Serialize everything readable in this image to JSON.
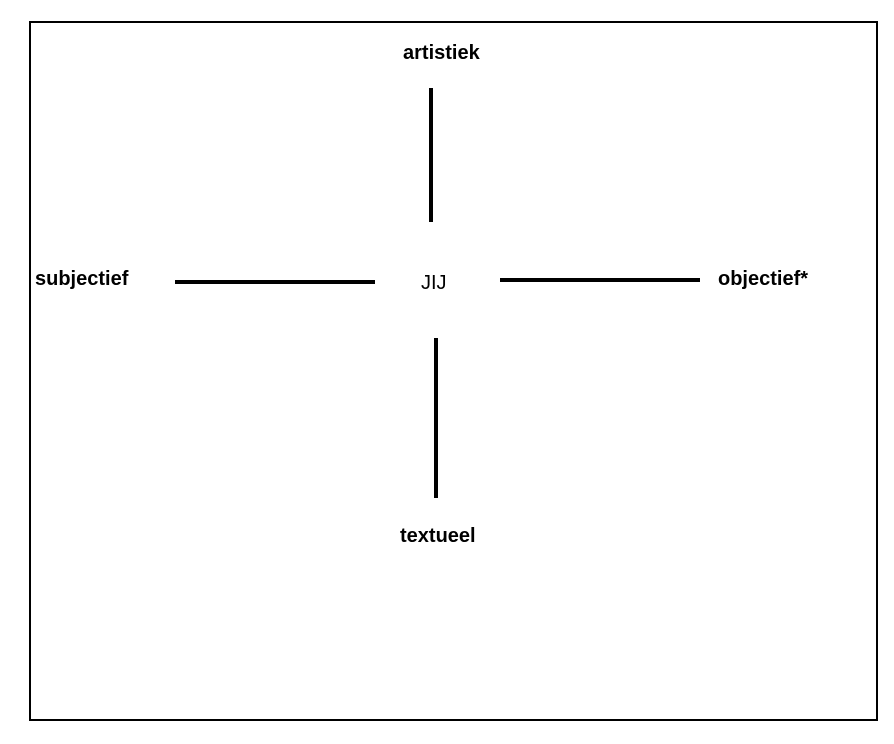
{
  "diagram": {
    "center_label": "JIJ",
    "axes": {
      "top": "artistiek",
      "left": "subjectief",
      "right": "objectief*",
      "bottom": "textueel"
    }
  },
  "colors": {
    "stroke": "#000000",
    "background": "#ffffff"
  }
}
